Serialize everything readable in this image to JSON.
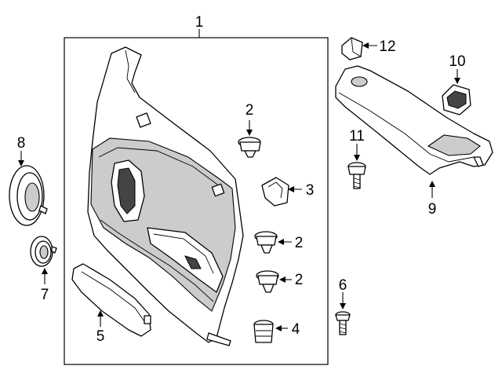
{
  "diagram": {
    "callouts": {
      "c1": "1",
      "c2a": "2",
      "c2b": "2",
      "c2c": "2",
      "c3": "3",
      "c4": "4",
      "c5": "5",
      "c6": "6",
      "c7": "7",
      "c8": "8",
      "c9": "9",
      "c10": "10",
      "c11": "11",
      "c12": "12"
    }
  },
  "colors": {
    "line": "#000000",
    "panel_shade": "#cccccc",
    "background": "#ffffff"
  }
}
